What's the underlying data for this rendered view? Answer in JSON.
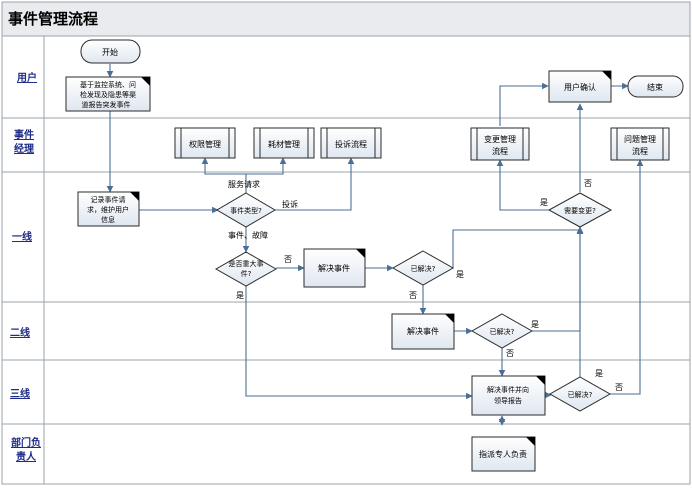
{
  "title": "事件管理流程",
  "lanes": [
    "用户",
    "事件经理",
    "一线",
    "二线",
    "三线",
    "部门负责人"
  ],
  "nodes": {
    "start": "开始",
    "report": [
      "基于监控系统、问",
      "检发现及隐患等渠",
      "道报告突发事件"
    ],
    "user_confirm": "用户确认",
    "end": "结束",
    "perm_mgmt": "权限管理",
    "consumable_mgmt": "耗材管理",
    "complaint_flow": "投诉流程",
    "change_flow": [
      "变更管理",
      "流程"
    ],
    "problem_flow": [
      "问题管理",
      "流程"
    ],
    "record": [
      "记录事件请",
      "求，维护用户",
      "信息"
    ],
    "event_type": "事件类型?",
    "is_major": [
      "是否重大事",
      "件?"
    ],
    "resolve1": "解决事件",
    "resolved1": "已解决?",
    "need_change": "需要变更?",
    "resolve2": "解决事件",
    "resolved2": "已解决?",
    "resolve3": [
      "解决事件并向",
      "领导报告"
    ],
    "resolved3": "已解决?",
    "assign": "指派专人负责"
  },
  "labels": {
    "service_request": "服务请求",
    "complaint": "投诉",
    "incident_fault": "事件、故障",
    "no": "否",
    "yes": "是"
  }
}
